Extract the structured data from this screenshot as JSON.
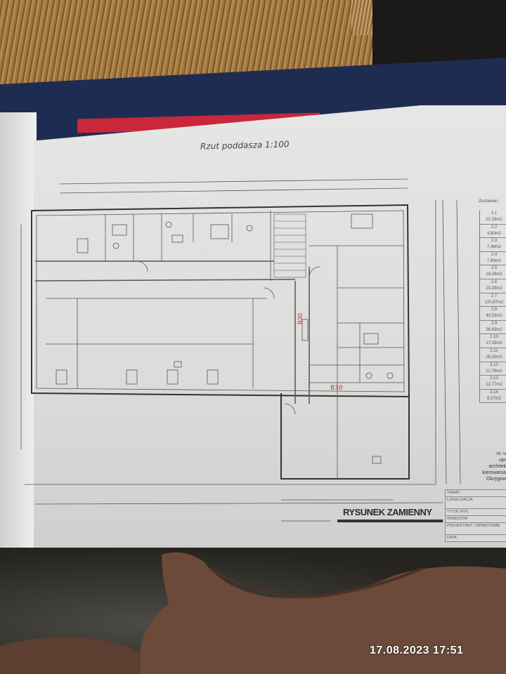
{
  "drawing": {
    "title": "Rzut poddasza 1:100",
    "stamp_text": "RYSUNEK ZAMIENNY",
    "handwritten_marks": [
      "B30",
      "B30"
    ]
  },
  "area_table": {
    "header": "Zestawien",
    "rows": [
      {
        "room": "2.1",
        "area": "22,26m2"
      },
      {
        "room": "2.2",
        "area": "4,80m2"
      },
      {
        "room": "2.3",
        "area": "7,48m2"
      },
      {
        "room": "2.4",
        "area": "7,89m2"
      },
      {
        "room": "2.5",
        "area": "19,26m2"
      },
      {
        "room": "2.6",
        "area": "20,29m2"
      },
      {
        "room": "2.7",
        "area": "120,87m2"
      },
      {
        "room": "2.8",
        "area": "40,53m2"
      },
      {
        "room": "2.9",
        "area": "36,63m2"
      },
      {
        "room": "2.10",
        "area": "17,33m2"
      },
      {
        "room": "2.11",
        "area": "28,20m2"
      },
      {
        "room": "2.12",
        "area": "12,76m2"
      },
      {
        "room": "2.13",
        "area": "12,77m2"
      },
      {
        "room": "2.14",
        "area": "8,37m2"
      }
    ]
  },
  "architect_stamp": [
    "nr. u",
    "upr",
    "architek",
    "kierowania",
    "Okręgow"
  ],
  "title_block": [
    "TEMAT:",
    "LOKALIZACJA:",
    "TYTUŁ RYS.",
    "INWESTOR",
    "PROJEKTANT / OPRACOWAŁ",
    "DATA"
  ],
  "photo_timestamp": "17.08.2023  17:51",
  "colors": {
    "binder": "#1f2c52",
    "red_strip": "#c8283a",
    "paper": "#e2e2e0",
    "handwriting": "#c0342f"
  }
}
